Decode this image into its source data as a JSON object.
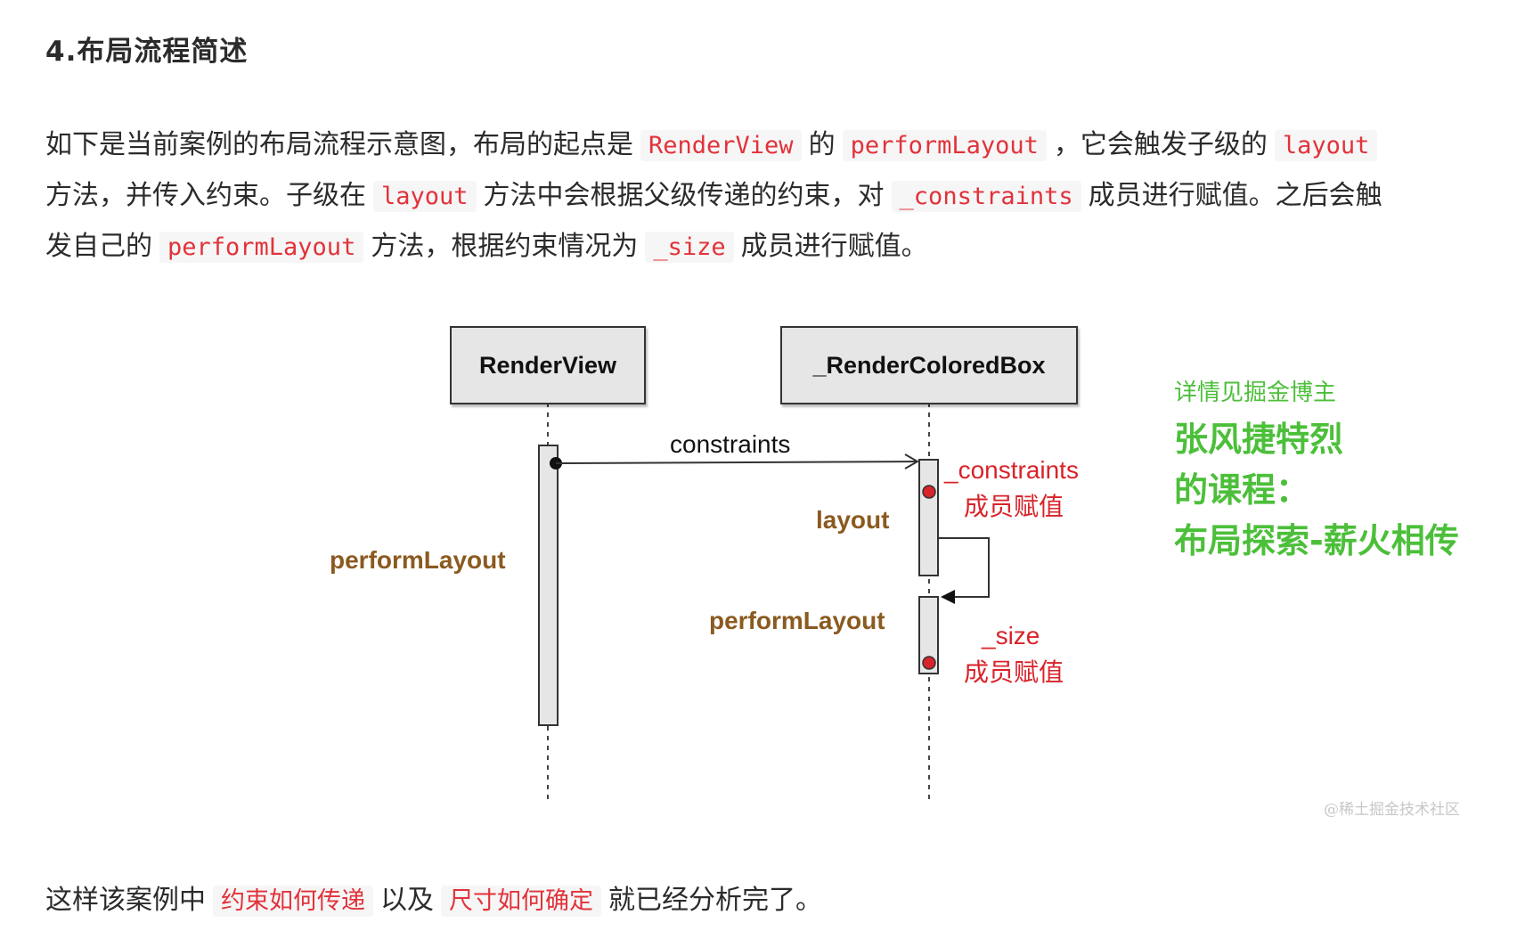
{
  "article": {
    "heading": "4.布局流程简述",
    "paragraph": {
      "l1_a": "如下是当前案例的布局流程示意图，布局的起点是",
      "l1_code1": "RenderView",
      "l1_b": "的",
      "l1_code2": "performLayout",
      "l1_c": "，它会触发子级的",
      "l1_code3": "layout",
      "l2_a": "方法，并传入约束。子级在",
      "l2_code1": "layout",
      "l2_b": "方法中会根据父级传递的约束，对",
      "l2_code2": "_constraints",
      "l2_c": "成员进行赋值。之后会触",
      "l3_a": "发自己的",
      "l3_code1": "performLayout",
      "l3_b": "方法，根据约束情况为",
      "l3_code2": "_size",
      "l3_c": "成员进行赋值。"
    },
    "footer": {
      "a": "这样该案例中",
      "tag1": "约束如何传递",
      "b": "以及",
      "tag2": "尺寸如何确定",
      "c": "就已经分析完了。"
    }
  },
  "diagram": {
    "participant_left": "RenderView",
    "participant_right": "_RenderColoredBox",
    "msg_constraints": "constraints",
    "left_activation_label": "performLayout",
    "right_layout_label": "layout",
    "right_performlayout_label": "performLayout",
    "note_constraints": "_constraints",
    "note_constraints_sub": "成员赋值",
    "note_size": "_size",
    "note_size_sub": "成员赋值",
    "colors": {
      "brown_label": "#8b5a1f",
      "red_label": "#d8232a",
      "green_note": "#4cbf3a"
    }
  },
  "side_note": {
    "line1": "详情见掘金博主",
    "line2": "张风捷特烈",
    "line3": "的课程：",
    "line4": "布局探索-薪火相传"
  },
  "watermark": "@稀土掘金技术社区"
}
